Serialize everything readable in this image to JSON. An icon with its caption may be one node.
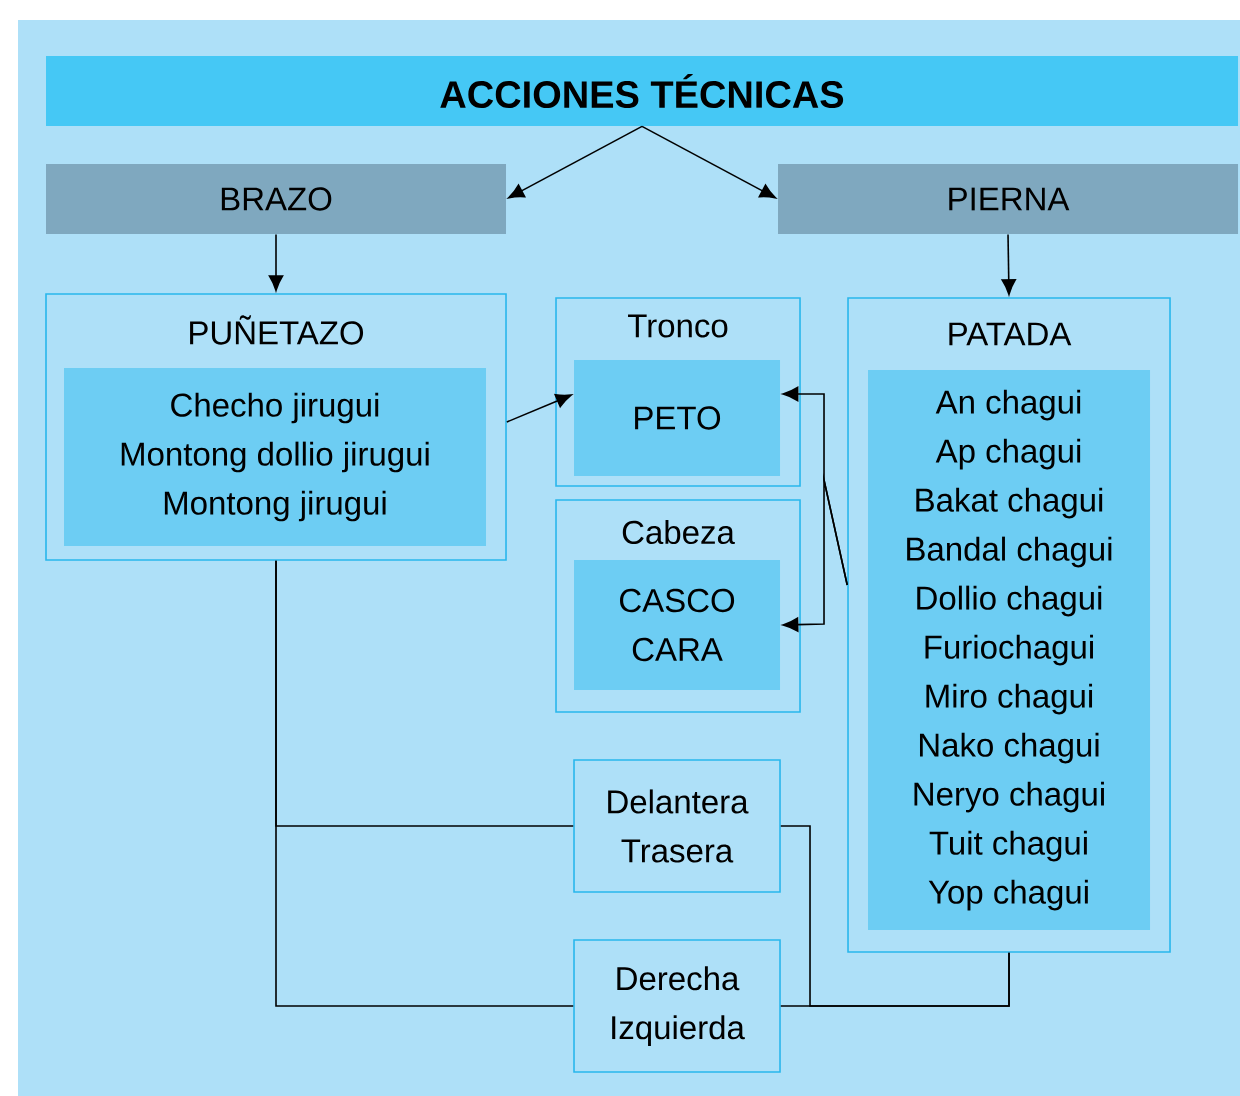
{
  "diagram": {
    "nodes": [
      {
        "text": [
          "ACCIONES TÉCNICAS"
        ]
      },
      {
        "text": [
          "BRAZO"
        ]
      },
      {
        "text": [
          "PIERNA"
        ]
      },
      {
        "text": [
          "PUÑETAZO"
        ]
      },
      {
        "text": [
          "Checho jirugui",
          "Montong dollio jirugui",
          "Montong jirugui"
        ],
        "in": 3
      },
      {
        "text": [
          "Tronco"
        ]
      },
      {
        "text": [
          "PETO"
        ],
        "in": 5
      },
      {
        "text": [
          "Cabeza"
        ]
      },
      {
        "text": [
          "CASCO",
          "CARA"
        ],
        "in": 7
      },
      {
        "text": [
          "PATADA"
        ]
      },
      {
        "text": [
          "An chagui",
          "Ap chagui",
          "Bakat chagui",
          "Bandal chagui",
          "Dollio chagui",
          "Furiochagui",
          "Miro chagui",
          "Nako chagui",
          "Neryo chagui",
          "Tuit chagui",
          "Yop chagui"
        ],
        "in": 9
      },
      {
        "text": [
          "Delantera",
          "Trasera"
        ]
      },
      {
        "text": [
          "Derecha",
          "Izquierda"
        ]
      }
    ],
    "edges": [
      {
        "from": 0,
        "to": 1,
        "arrow": "to"
      },
      {
        "from": 0,
        "to": 2,
        "arrow": "to"
      },
      {
        "from": 1,
        "to": 3,
        "arrow": "to"
      },
      {
        "from": 2,
        "to": 9,
        "arrow": "to"
      },
      {
        "from": 3,
        "to": 6,
        "arrow": "to"
      },
      {
        "from": 9,
        "to": 6,
        "arrow": "to"
      },
      {
        "from": 9,
        "to": 8,
        "arrow": "to"
      },
      {
        "from": 3,
        "to": 11,
        "arrow": "none"
      },
      {
        "from": 3,
        "to": 12,
        "arrow": "none"
      },
      {
        "from": 9,
        "to": 11,
        "arrow": "none"
      },
      {
        "from": 9,
        "to": 12,
        "arrow": "none"
      }
    ]
  }
}
